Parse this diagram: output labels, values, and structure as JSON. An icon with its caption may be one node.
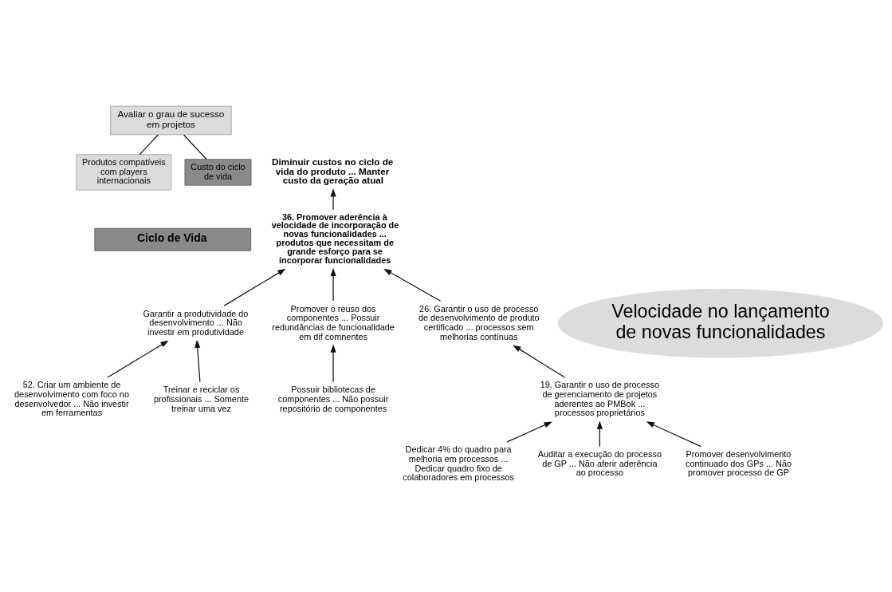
{
  "diagram": {
    "nodes": [
      {
        "text": [
          "Avaliar o grau de sucesso em projetos"
        ]
      },
      {
        "text": [
          "Produtos compatíveis com players internacionais"
        ]
      },
      {
        "text": [
          "Custo do ciclo de vida"
        ]
      },
      {
        "text": [
          "Ciclo de Vida"
        ]
      },
      {
        "text": [
          "Diminuir custos no ciclo de vida do produto ... Manter custo da geração atual"
        ]
      },
      {
        "text": [
          "36. Promover aderência à velocidade de incorporação de novas funcionalidades ... produtos que necessitam de grande esforço para se incorporar funcionalidades"
        ]
      },
      {
        "text": [
          "Garantir a produtividade do desenvolvimento ... Não investir em produtividade"
        ]
      },
      {
        "text": [
          "Promover o reuso dos componentes ... Possuir redundâncias de funcionalidade em dif comnentes"
        ]
      },
      {
        "text": [
          "26. Garantir o uso de processo de desenvolvimento de produto certificado ... processos sem melhorias contínuas"
        ]
      },
      {
        "text": [
          "Possuir bibliotecas de componentes ... Não possuir repositório de componentes"
        ]
      },
      {
        "text": [
          "52. Criar um ambiente de desenvolvimento com foco no desenvolvedor ... Não investir em ferramentas"
        ]
      },
      {
        "text": [
          "Treinar e reciclar os profissionais ... Somente treinar uma vez"
        ]
      },
      {
        "text": [
          "19. Garantir o uso de processo de gerenciamento de projetos aderentes ao PMBok ... processos proprietários"
        ]
      },
      {
        "text": [
          "Dedicar 4% do quadro para melhoria em processos ... Dedicar quadro fixo de colaboradores em processos"
        ]
      },
      {
        "text": [
          "Auditar a execução do processo de GP ... Não aferir aderência ao processo"
        ]
      },
      {
        "text": [
          "Promover desenvolvimento continuado dos GPs ... Não promover processo de GP"
        ]
      },
      {
        "text": [
          "Velocidade no lançamento de novas funcionalidades"
        ]
      }
    ],
    "edges": [
      {
        "from": 0,
        "to": 1,
        "arrow": "none"
      },
      {
        "from": 0,
        "to": 2,
        "arrow": "none"
      },
      {
        "from": 5,
        "to": 4,
        "arrow": "to"
      },
      {
        "from": 6,
        "to": 5,
        "arrow": "to"
      },
      {
        "from": 8,
        "to": 5,
        "arrow": "to"
      },
      {
        "from": 7,
        "to": 5,
        "arrow": "to"
      },
      {
        "from": 9,
        "to": 7,
        "arrow": "to"
      },
      {
        "from": 10,
        "to": 6,
        "arrow": "to"
      },
      {
        "from": 11,
        "to": 6,
        "arrow": "to"
      },
      {
        "from": 12,
        "to": 8,
        "arrow": "to"
      },
      {
        "from": 13,
        "to": 12,
        "arrow": "to"
      },
      {
        "from": 14,
        "to": 12,
        "arrow": "to"
      },
      {
        "from": 15,
        "to": 12,
        "arrow": "to"
      }
    ]
  }
}
